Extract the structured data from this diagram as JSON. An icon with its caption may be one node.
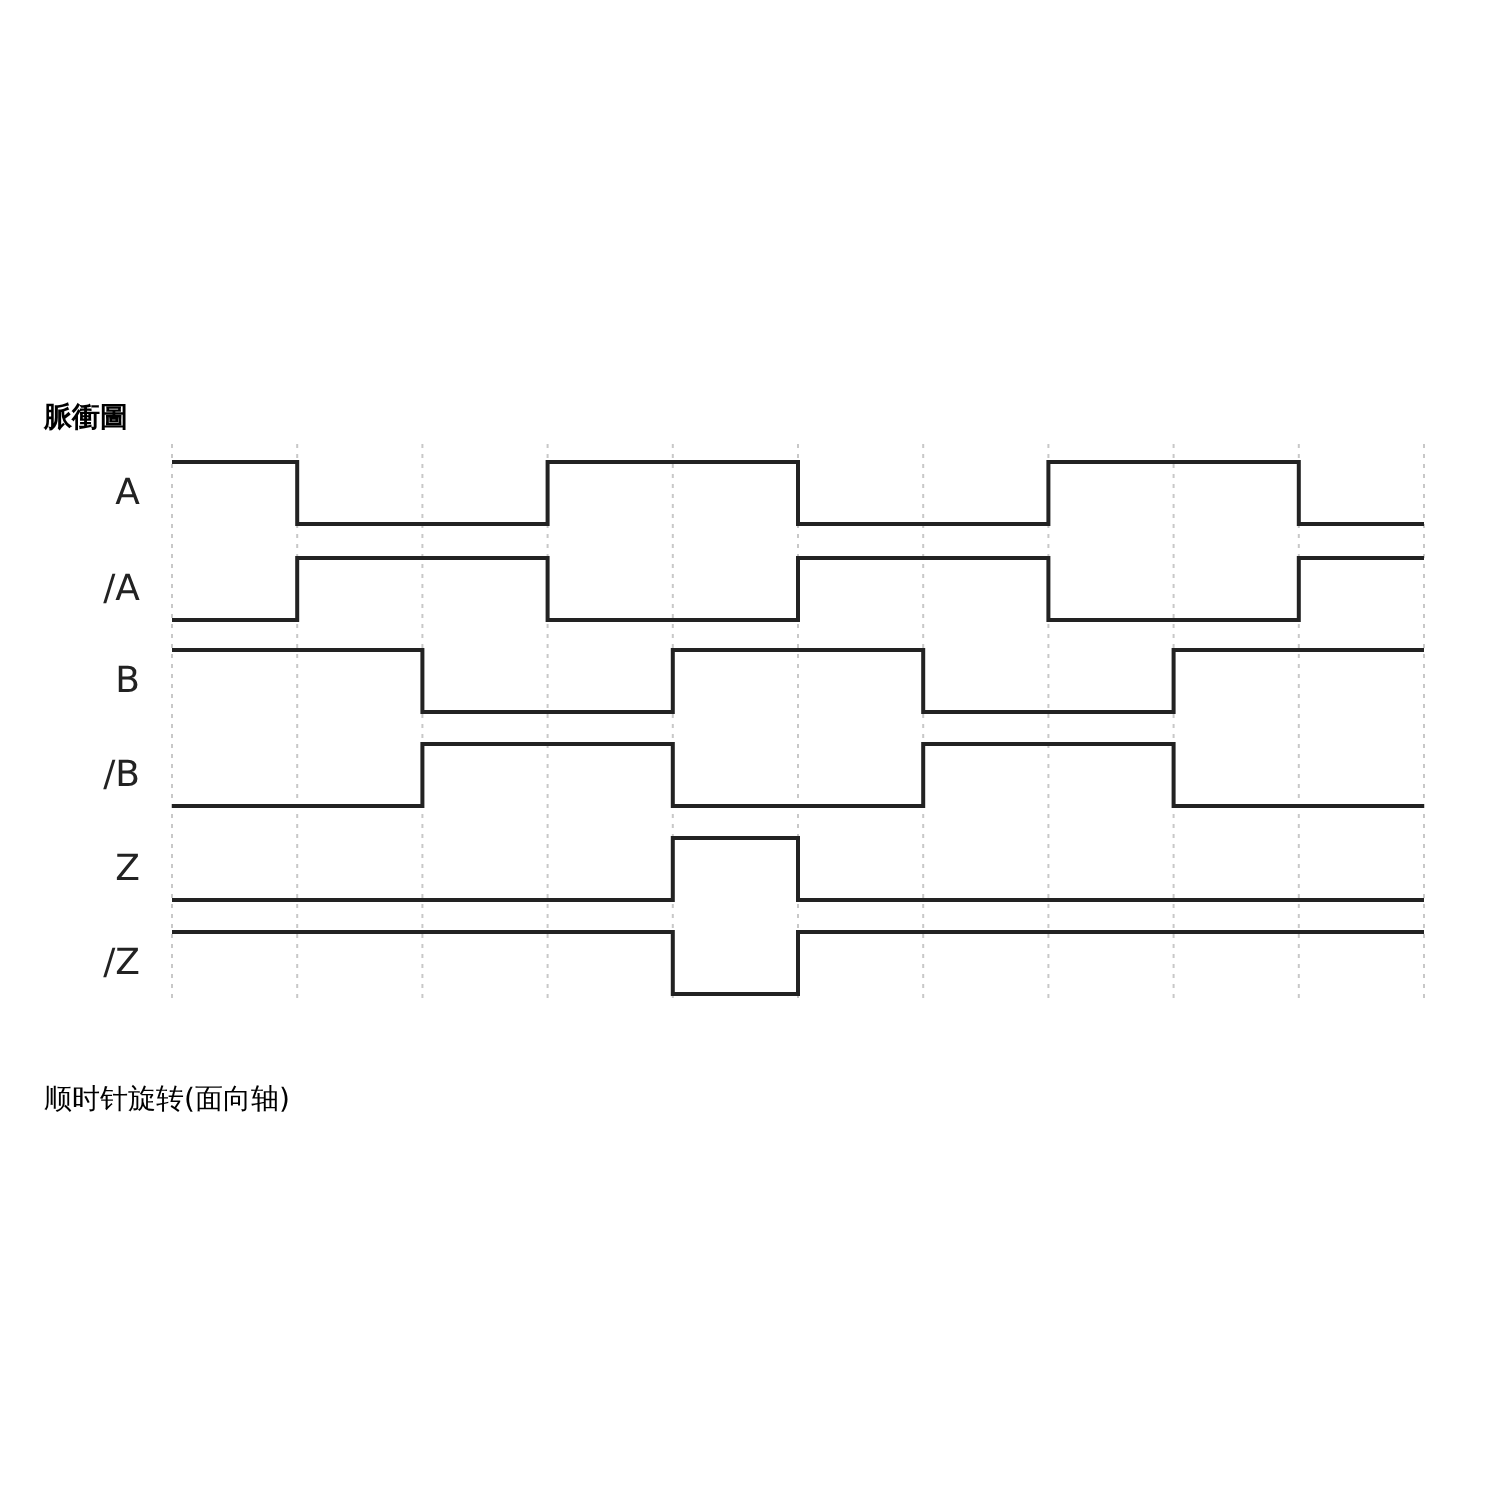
{
  "diagram": {
    "title": "脈衝圖",
    "caption": "顺时针旋转(面向轴)",
    "labels": [
      "A",
      "/A",
      "B",
      "/B",
      "Z",
      "/Z"
    ]
  }
}
